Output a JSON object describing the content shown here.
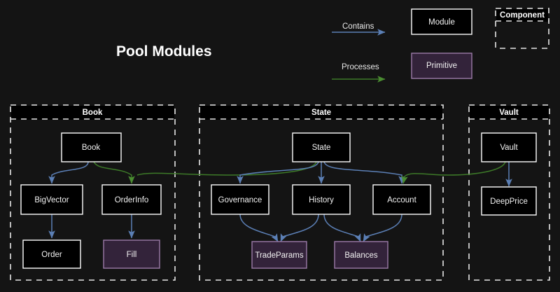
{
  "title": "Pool Modules",
  "colors": {
    "background": "#141414",
    "module_fill": "#000000",
    "module_stroke": "#ffffff",
    "primitive_fill": "#33233a",
    "primitive_stroke": "#9b7aa8",
    "contains_edge": "#5b7fb5",
    "processes_edge": "#3d7a28",
    "group_stroke": "#e6e6e6",
    "text": "#f2f2f2"
  },
  "legend": {
    "edges": [
      {
        "label": "Contains",
        "color_key": "contains_edge"
      },
      {
        "label": "Processes",
        "color_key": "processes_edge"
      }
    ],
    "shapes": [
      {
        "label": "Module",
        "kind": "module"
      },
      {
        "label": "Primitive",
        "kind": "primitive"
      },
      {
        "label": "Component",
        "kind": "component"
      }
    ]
  },
  "groups": [
    {
      "id": "book",
      "label": "Book",
      "nodes": [
        {
          "id": "book-mod",
          "label": "Book",
          "kind": "module"
        },
        {
          "id": "bigvector",
          "label": "BigVector",
          "kind": "module"
        },
        {
          "id": "orderinfo",
          "label": "OrderInfo",
          "kind": "module"
        },
        {
          "id": "order",
          "label": "Order",
          "kind": "module"
        },
        {
          "id": "fill",
          "label": "Fill",
          "kind": "primitive"
        }
      ]
    },
    {
      "id": "state",
      "label": "State",
      "nodes": [
        {
          "id": "state-mod",
          "label": "State",
          "kind": "module"
        },
        {
          "id": "governance",
          "label": "Governance",
          "kind": "module"
        },
        {
          "id": "history",
          "label": "History",
          "kind": "module"
        },
        {
          "id": "account",
          "label": "Account",
          "kind": "module"
        },
        {
          "id": "tradeparams",
          "label": "TradeParams",
          "kind": "primitive"
        },
        {
          "id": "balances",
          "label": "Balances",
          "kind": "primitive"
        }
      ]
    },
    {
      "id": "vault",
      "label": "Vault",
      "nodes": [
        {
          "id": "vault-mod",
          "label": "Vault",
          "kind": "module"
        },
        {
          "id": "deepprice",
          "label": "DeepPrice",
          "kind": "module"
        }
      ]
    }
  ],
  "edges": [
    {
      "from": "book-mod",
      "to": "bigvector",
      "type": "Contains"
    },
    {
      "from": "bigvector",
      "to": "order",
      "type": "Contains"
    },
    {
      "from": "orderinfo",
      "to": "fill",
      "type": "Contains"
    },
    {
      "from": "state-mod",
      "to": "governance",
      "type": "Contains"
    },
    {
      "from": "state-mod",
      "to": "history",
      "type": "Contains"
    },
    {
      "from": "state-mod",
      "to": "account",
      "type": "Contains"
    },
    {
      "from": "governance",
      "to": "tradeparams",
      "type": "Contains"
    },
    {
      "from": "history",
      "to": "tradeparams",
      "type": "Contains"
    },
    {
      "from": "history",
      "to": "balances",
      "type": "Contains"
    },
    {
      "from": "account",
      "to": "balances",
      "type": "Contains"
    },
    {
      "from": "vault-mod",
      "to": "deepprice",
      "type": "Contains"
    },
    {
      "from": "book-mod",
      "to": "orderinfo",
      "type": "Processes"
    },
    {
      "from": "state-mod",
      "to": "orderinfo",
      "type": "Processes"
    },
    {
      "from": "vault-mod",
      "to": "account",
      "type": "Processes"
    }
  ]
}
